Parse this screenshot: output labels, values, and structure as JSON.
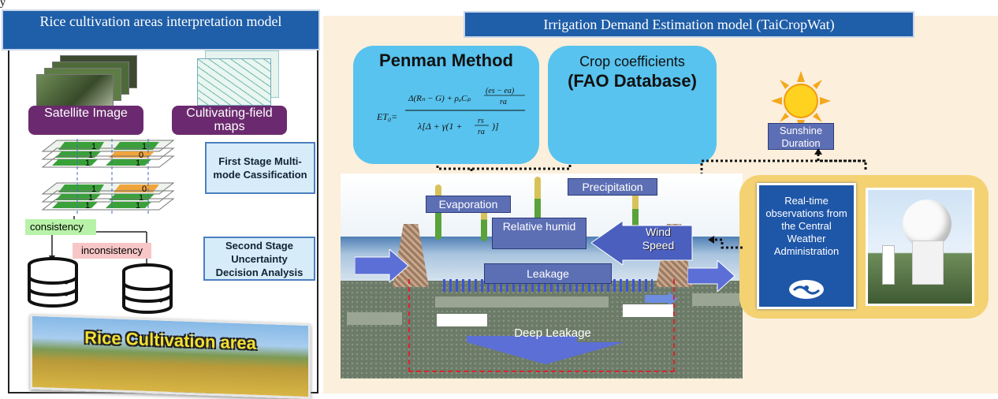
{
  "top_text": "y",
  "left_panel": {
    "title": "Rice cultivation areas interpretation model",
    "satellite_label": "Satellite Image",
    "cultivating_label": "Cultivating-field maps",
    "stage1": "First Stage Multi-mode Cassification",
    "stage2": "Second Stage Uncertainty Decision Analysis",
    "consistency": "consistency",
    "inconsistency": "inconsistency",
    "grid_top": [
      "1",
      "1",
      "1",
      "0",
      "1",
      "1"
    ],
    "grid_bottom": [
      "1",
      "0",
      "1",
      "1",
      "1",
      "1"
    ],
    "banner": "Rice Cultivation area"
  },
  "right_panel": {
    "title": "Irrigation Demand Estimation model (TaiCropWat)",
    "penman_title": "Penman Method",
    "crop_title": "Crop coefficients",
    "crop_subtitle": "(FAO Database)",
    "sunshine": "Sunshine Duration",
    "precipitation": "Precipitation",
    "evaporation": "Evaporation",
    "relative_humid": "Relative humid",
    "wind_speed": "Wind Speed",
    "leakage": "Leakage",
    "deep_leakage": "Deep Leakage",
    "realtime": "Real-time observations from the Central Weather Administration"
  },
  "colors": {
    "header_blue": "#1f5ea8",
    "purple": "#6b2a6f",
    "light_blue_box": "#58c3ee",
    "stage_box": "#d7ecf9",
    "cream_panel": "#fbecd8",
    "gold": "#f4d272",
    "soil": "#6c7b68",
    "dashed_red": "#d8262c"
  }
}
